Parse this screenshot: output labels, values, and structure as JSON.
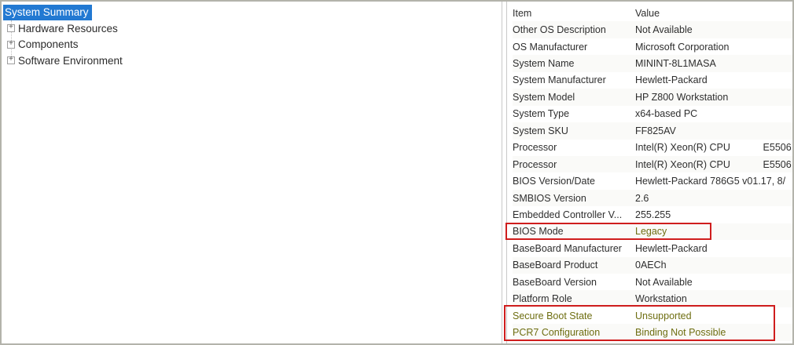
{
  "icons": {
    "plus": "+"
  },
  "tree": {
    "selected_item": "System Summary",
    "items": [
      {
        "label": "Hardware Resources"
      },
      {
        "label": "Components"
      },
      {
        "label": "Software Environment"
      }
    ]
  },
  "table": {
    "headers": {
      "item": "Item",
      "value": "Value"
    },
    "rows": [
      {
        "item": "Other OS Description",
        "value": "Not Available"
      },
      {
        "item": "OS Manufacturer",
        "value": "Microsoft Corporation"
      },
      {
        "item": "System Name",
        "value": "MININT-8L1MASA"
      },
      {
        "item": "System Manufacturer",
        "value": "Hewlett-Packard"
      },
      {
        "item": "System Model",
        "value": "HP Z800 Workstation"
      },
      {
        "item": "System Type",
        "value": "x64-based PC"
      },
      {
        "item": "System SKU",
        "value": "FF825AV"
      },
      {
        "item": "Processor",
        "value": "Intel(R) Xeon(R) CPU            E5506"
      },
      {
        "item": "Processor",
        "value": "Intel(R) Xeon(R) CPU            E5506"
      },
      {
        "item": "BIOS Version/Date",
        "value": "Hewlett-Packard 786G5 v01.17, 8/"
      },
      {
        "item": "SMBIOS Version",
        "value": "2.6"
      },
      {
        "item": "Embedded Controller V...",
        "value": "255.255"
      },
      {
        "item": "BIOS Mode",
        "value": "Legacy"
      },
      {
        "item": "BaseBoard Manufacturer",
        "value": "Hewlett-Packard"
      },
      {
        "item": "BaseBoard Product",
        "value": "0AECh"
      },
      {
        "item": "BaseBoard Version",
        "value": "Not Available"
      },
      {
        "item": "Platform Role",
        "value": "Workstation"
      },
      {
        "item": "Secure Boot State",
        "value": "Unsupported"
      },
      {
        "item": "PCR7 Configuration",
        "value": "Binding Not Possible"
      }
    ]
  },
  "colors": {
    "selection_blue": "#2279d2",
    "highlight_red": "#cf1d1d",
    "warning_olive": "#6e6e11"
  }
}
